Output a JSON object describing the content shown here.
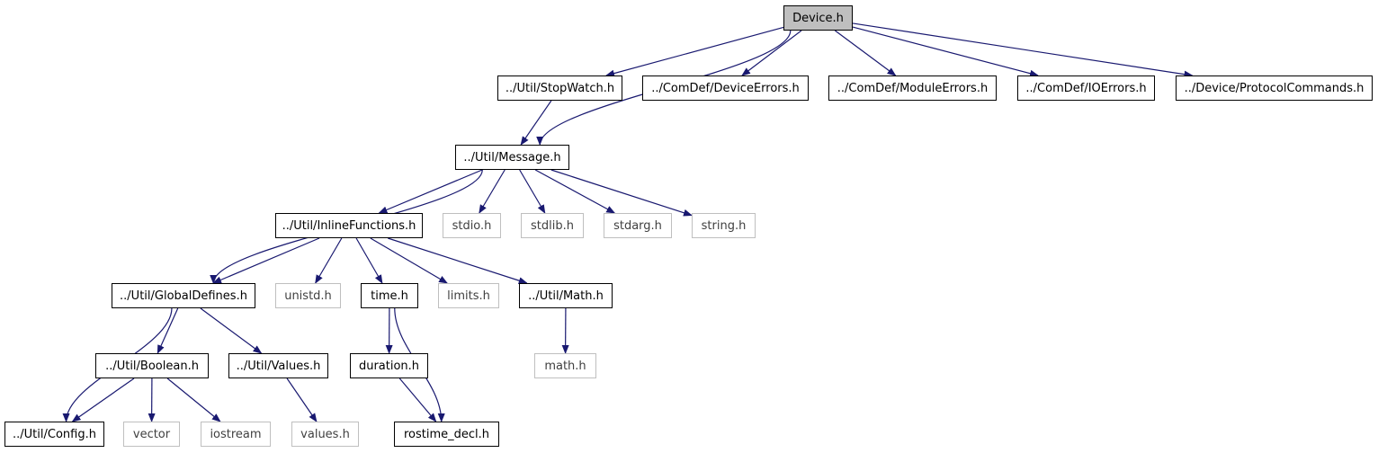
{
  "colors": {
    "edge": "#191970",
    "node_border": "#000000",
    "system_border": "#bfbfbf",
    "root_fill": "#bfbfbf"
  },
  "nodes": {
    "device_h": "Device.h",
    "stopwatch_h": "../Util/StopWatch.h",
    "device_errors_h": "../ComDef/DeviceErrors.h",
    "module_errors_h": "../ComDef/ModuleErrors.h",
    "io_errors_h": "../ComDef/IOErrors.h",
    "protocol_commands_h": "../Device/ProtocolCommands.h",
    "message_h": "../Util/Message.h",
    "inline_functions_h": "../Util/InlineFunctions.h",
    "stdio_h": "stdio.h",
    "stdlib_h": "stdlib.h",
    "stdarg_h": "stdarg.h",
    "string_h": "string.h",
    "global_defines_h": "../Util/GlobalDefines.h",
    "unistd_h": "unistd.h",
    "time_h": "time.h",
    "limits_h": "limits.h",
    "math_util_h": "../Util/Math.h",
    "boolean_h": "../Util/Boolean.h",
    "values_util_h": "../Util/Values.h",
    "duration_h": "duration.h",
    "math_h": "math.h",
    "config_h": "../Util/Config.h",
    "vector": "vector",
    "iostream": "iostream",
    "values_h": "values.h",
    "rostime_decl_h": "rostime_decl.h"
  },
  "edges": [
    [
      "device_h",
      "message_h"
    ],
    [
      "device_h",
      "stopwatch_h"
    ],
    [
      "device_h",
      "device_errors_h"
    ],
    [
      "device_h",
      "module_errors_h"
    ],
    [
      "device_h",
      "io_errors_h"
    ],
    [
      "device_h",
      "protocol_commands_h"
    ],
    [
      "stopwatch_h",
      "message_h"
    ],
    [
      "message_h",
      "global_defines_h"
    ],
    [
      "message_h",
      "inline_functions_h"
    ],
    [
      "message_h",
      "stdio_h"
    ],
    [
      "message_h",
      "stdlib_h"
    ],
    [
      "message_h",
      "stdarg_h"
    ],
    [
      "message_h",
      "string_h"
    ],
    [
      "inline_functions_h",
      "global_defines_h"
    ],
    [
      "inline_functions_h",
      "unistd_h"
    ],
    [
      "inline_functions_h",
      "time_h"
    ],
    [
      "inline_functions_h",
      "limits_h"
    ],
    [
      "inline_functions_h",
      "math_util_h"
    ],
    [
      "global_defines_h",
      "config_h"
    ],
    [
      "global_defines_h",
      "boolean_h"
    ],
    [
      "global_defines_h",
      "values_util_h"
    ],
    [
      "time_h",
      "duration_h"
    ],
    [
      "time_h",
      "rostime_decl_h"
    ],
    [
      "math_util_h",
      "math_h"
    ],
    [
      "boolean_h",
      "config_h"
    ],
    [
      "boolean_h",
      "vector"
    ],
    [
      "boolean_h",
      "iostream"
    ],
    [
      "values_util_h",
      "values_h"
    ],
    [
      "duration_h",
      "rostime_decl_h"
    ]
  ]
}
